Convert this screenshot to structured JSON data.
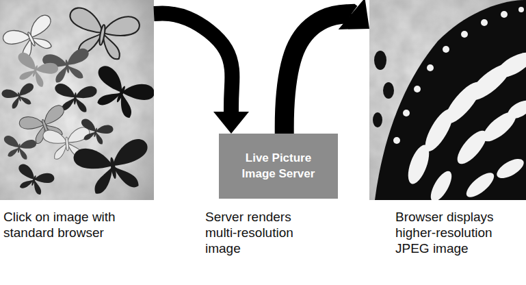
{
  "diagram": {
    "nodes": [
      {
        "text": [
          "Click on image with standard browser"
        ]
      },
      {
        "text": [
          "Live Picture Image Server",
          "Server renders multi-resolution image"
        ]
      },
      {
        "text": [
          "Browser displays higher-resolution JPEG image"
        ]
      }
    ],
    "edges": [
      {
        "from": 0,
        "to": 1,
        "arrow": "to"
      },
      {
        "from": 1,
        "to": 2,
        "arrow": "to"
      }
    ]
  }
}
